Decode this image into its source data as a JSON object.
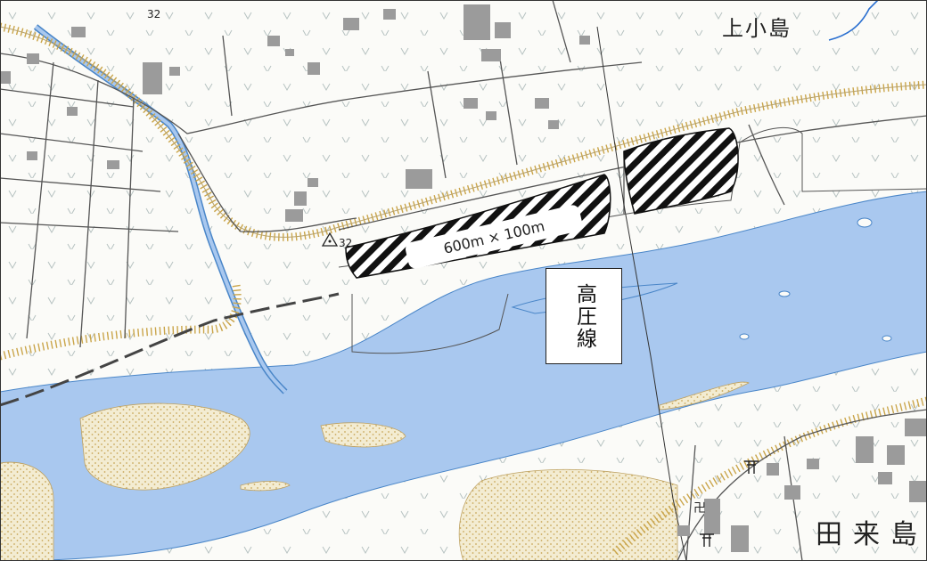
{
  "map": {
    "labels": {
      "upper_town": "上小島",
      "lower_town": "田来島",
      "elevation_spot": "32",
      "elevation_spot_top": "32",
      "area_dimensions": "600m × 100m",
      "high_voltage_line": "高圧線"
    },
    "colors": {
      "river": "#a9c8ef",
      "river_edge": "#4a86c8",
      "land": "#fbfbf8",
      "sandbar": "#f3ecd2",
      "sand_dots": "#c9a85a",
      "embankment": "#caa54a",
      "building": "#9b9b9b",
      "road": "#555555",
      "stream": "#2a6fd0"
    },
    "icons": [
      "shrine-icon",
      "temple-icon",
      "triangulation-point-icon",
      "grass-symbol-icon",
      "field-symbol-icon"
    ]
  }
}
